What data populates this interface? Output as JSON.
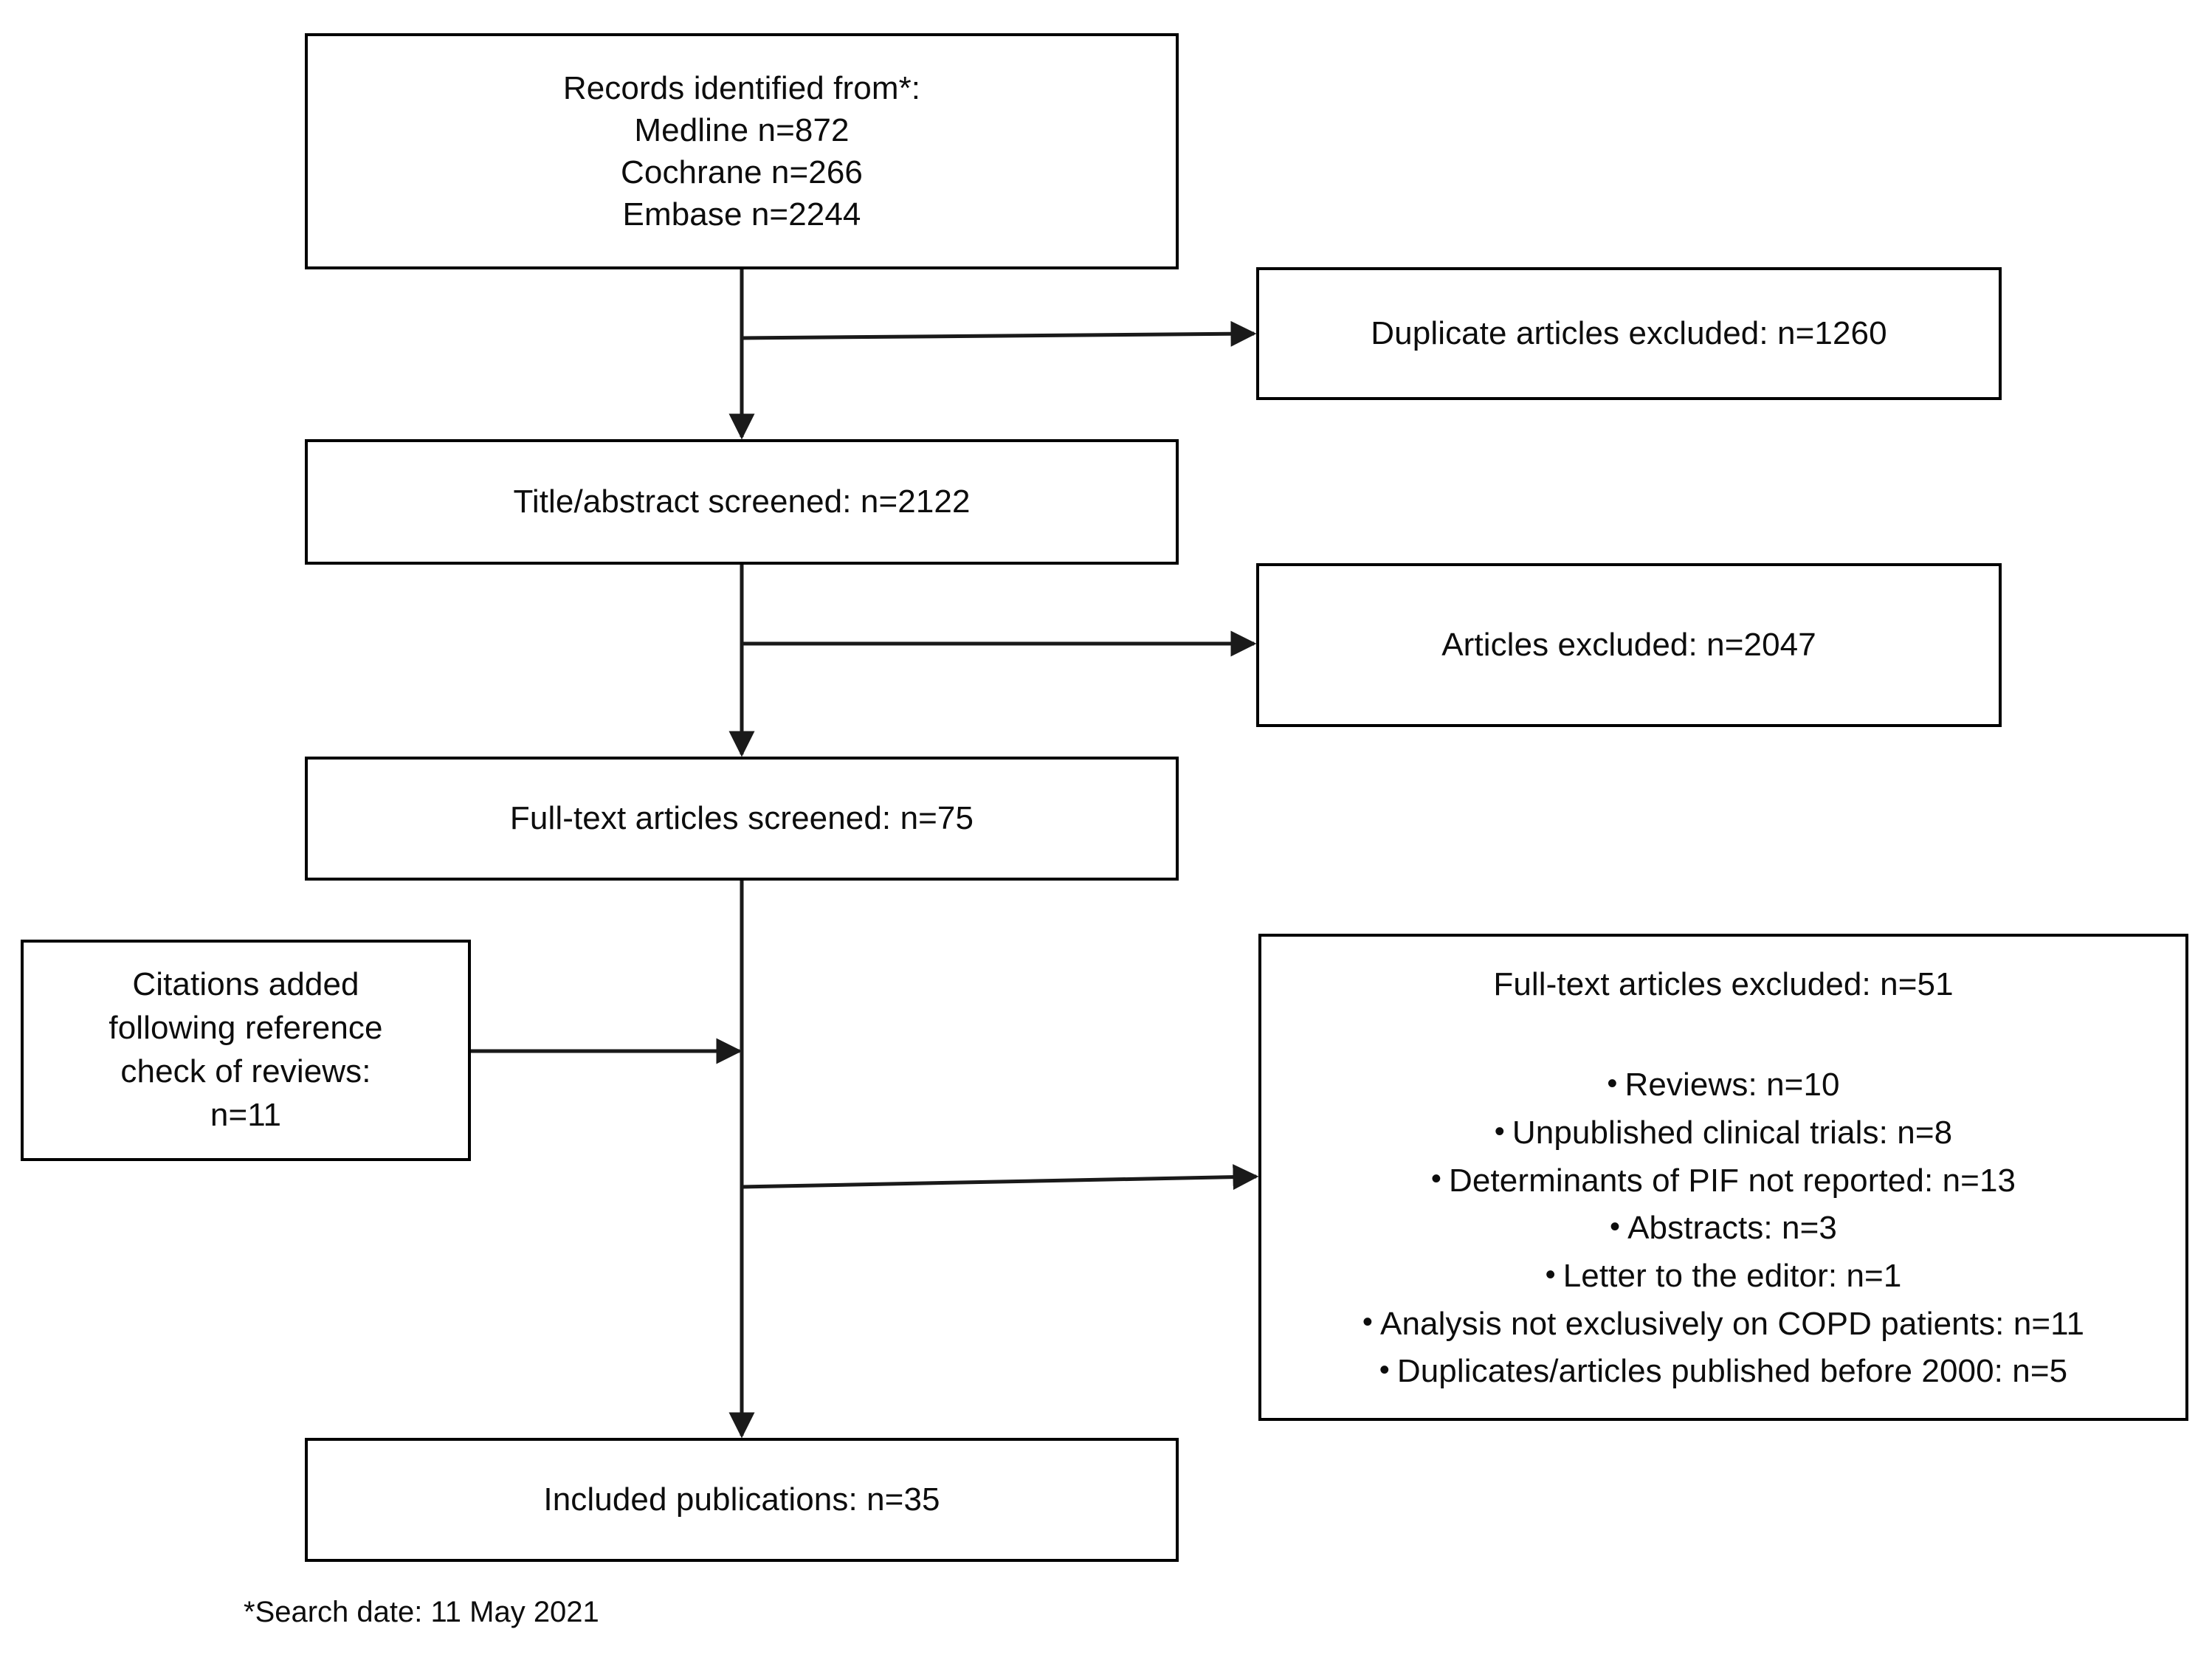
{
  "diagram": {
    "type": "prisma-flow-diagram",
    "boxes": {
      "records_identified": {
        "lines": [
          "Records identified from*:",
          "Medline n=872",
          "Cochrane n=266",
          "Embase n=2244"
        ]
      },
      "duplicates_excluded": {
        "label": "Duplicate articles excluded: n=1260"
      },
      "title_abstract_screened": {
        "label": "Title/abstract screened: n=2122"
      },
      "articles_excluded": {
        "label": "Articles excluded: n=2047"
      },
      "fulltext_screened": {
        "label": "Full-text articles screened: n=75"
      },
      "citations_added": {
        "lines": [
          "Citations added",
          "following reference",
          "check of reviews:",
          "n=11"
        ]
      },
      "fulltext_excluded": {
        "heading": "Full-text articles excluded: n=51",
        "bullet_char": "•",
        "bullets": [
          "Reviews: n=10",
          "Unpublished clinical trials: n=8",
          "Determinants of PIF not reported: n=13",
          "Abstracts: n=3",
          "Letter to the editor: n=1",
          "Analysis not exclusively on COPD patients: n=11",
          "Duplicates/articles published before 2000: n=5"
        ]
      },
      "included_publications": {
        "label": "Included publications: n=35"
      }
    },
    "footnote": "*Search date: 11 May 2021",
    "colors": {
      "stroke": "#000000",
      "text": "#0d0d0d",
      "background": "#ffffff",
      "connector": "#1a1a1a"
    }
  }
}
